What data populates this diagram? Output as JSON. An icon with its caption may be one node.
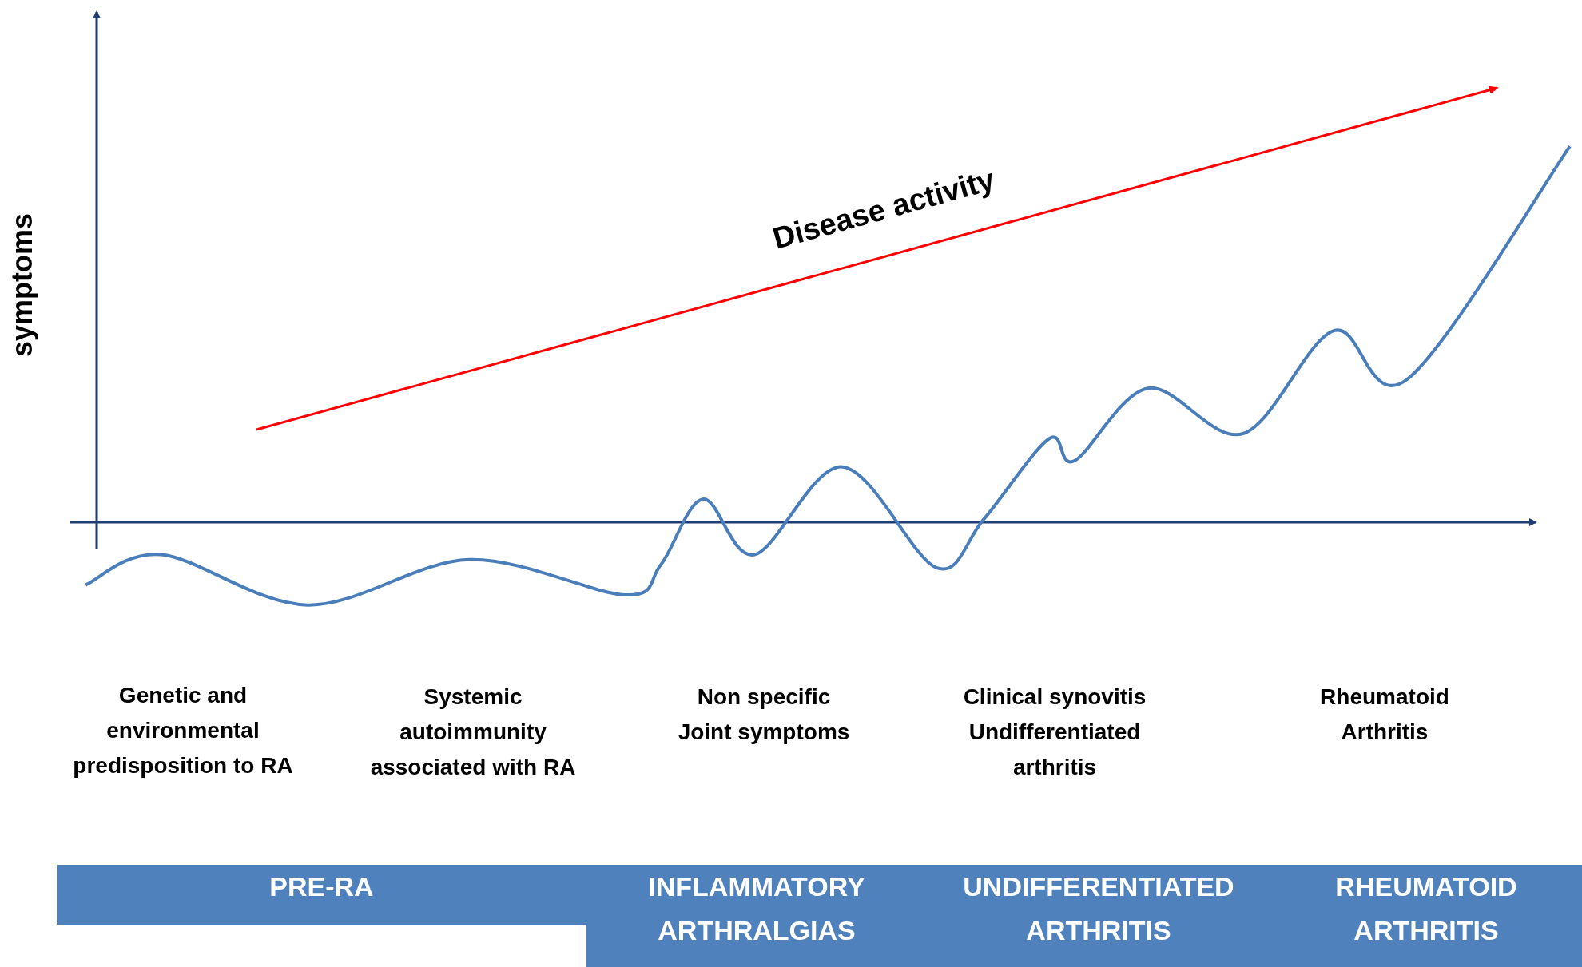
{
  "diagram": {
    "nodes": [
      {
        "text": [
          "PRE-RA"
        ]
      },
      {
        "text": [
          "INFLAMMATORY ARTHRALGIAS"
        ]
      },
      {
        "text": [
          "UNDIFFERENTIATED ARTHRITIS"
        ]
      },
      {
        "text": [
          "RHEUMATOID ARTHRITIS"
        ]
      }
    ],
    "labels": [
      "symptoms",
      "Disease activity",
      "Genetic and environmental predisposition to RA",
      "Systemic autoimmunity associated with RA",
      "Non specific Joint symptoms",
      "Clinical synovitis Undifferentiated arthritis",
      "Rheumatoid Arthritis"
    ]
  }
}
